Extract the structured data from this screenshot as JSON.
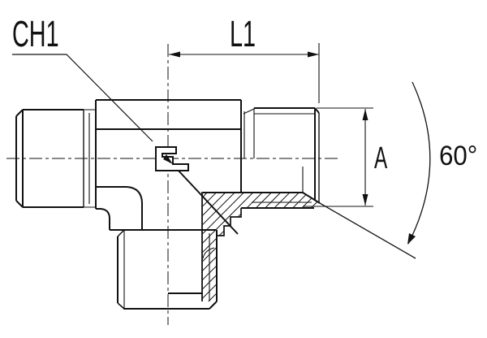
{
  "drawing": {
    "title": "male-tee-fitting-technical-drawing",
    "background": "#ffffff",
    "line_color": "#111111",
    "labels": {
      "ch1": "CH1",
      "l1": "L1",
      "a": "A",
      "angle": "60°"
    }
  }
}
